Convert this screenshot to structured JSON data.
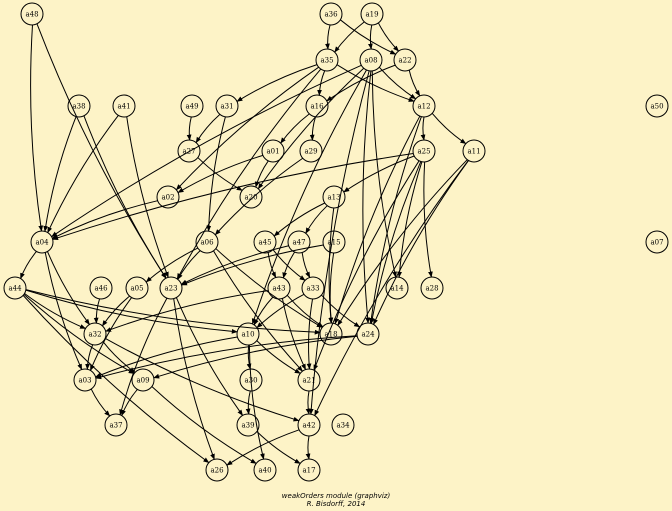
{
  "caption": {
    "line1": "weakOrders module (graphviz)",
    "line2": "R. Bisdorff, 2014"
  },
  "nodes": [
    "a48",
    "a36",
    "a19",
    "a35",
    "a08",
    "a22",
    "a38",
    "a41",
    "a49",
    "a31",
    "a16",
    "a12",
    "a50",
    "a27",
    "a01",
    "a29",
    "a25",
    "a11",
    "a02",
    "a20",
    "a13",
    "a04",
    "a06",
    "a45",
    "a47",
    "a15",
    "a07",
    "a44",
    "a46",
    "a05",
    "a23",
    "a43",
    "a33",
    "a14",
    "a28",
    "a32",
    "a10",
    "a18",
    "a24",
    "a03",
    "a09",
    "a30",
    "a21",
    "a37",
    "a39",
    "a42",
    "a34",
    "a26",
    "a40",
    "a17"
  ],
  "edges": [
    [
      "a36",
      "a35"
    ],
    [
      "a36",
      "a22"
    ],
    [
      "a19",
      "a35"
    ],
    [
      "a19",
      "a08"
    ],
    [
      "a19",
      "a22"
    ],
    [
      "a35",
      "a31"
    ],
    [
      "a35",
      "a16"
    ],
    [
      "a35",
      "a12"
    ],
    [
      "a35",
      "a02"
    ],
    [
      "a35",
      "a23"
    ],
    [
      "a08",
      "a12"
    ],
    [
      "a08",
      "a14"
    ],
    [
      "a08",
      "a10"
    ],
    [
      "a08",
      "a04"
    ],
    [
      "a08",
      "a20"
    ],
    [
      "a08",
      "a24"
    ],
    [
      "a08",
      "a42"
    ],
    [
      "a22",
      "a16"
    ],
    [
      "a22",
      "a12"
    ],
    [
      "a48",
      "a04"
    ],
    [
      "a48",
      "a23"
    ],
    [
      "a38",
      "a04"
    ],
    [
      "a38",
      "a23"
    ],
    [
      "a41",
      "a04"
    ],
    [
      "a41",
      "a23"
    ],
    [
      "a49",
      "a27"
    ],
    [
      "a31",
      "a27"
    ],
    [
      "a31",
      "a06"
    ],
    [
      "a16",
      "a01"
    ],
    [
      "a16",
      "a29"
    ],
    [
      "a12",
      "a25"
    ],
    [
      "a12",
      "a11"
    ],
    [
      "a12",
      "a24"
    ],
    [
      "a12",
      "a18"
    ],
    [
      "a27",
      "a20"
    ],
    [
      "a01",
      "a20"
    ],
    [
      "a01",
      "a02"
    ],
    [
      "a29",
      "a06"
    ],
    [
      "a25",
      "a13"
    ],
    [
      "a25",
      "a14"
    ],
    [
      "a25",
      "a28"
    ],
    [
      "a25",
      "a24"
    ],
    [
      "a25",
      "a21"
    ],
    [
      "a25",
      "a04"
    ],
    [
      "a11",
      "a24"
    ],
    [
      "a11",
      "a18"
    ],
    [
      "a11",
      "a42"
    ],
    [
      "a02",
      "a04"
    ],
    [
      "a13",
      "a45"
    ],
    [
      "a13",
      "a47"
    ],
    [
      "a13",
      "a18"
    ],
    [
      "a04",
      "a44"
    ],
    [
      "a04",
      "a32"
    ],
    [
      "a04",
      "a03"
    ],
    [
      "a06",
      "a05"
    ],
    [
      "a06",
      "a23"
    ],
    [
      "a06",
      "a18"
    ],
    [
      "a06",
      "a21"
    ],
    [
      "a45",
      "a43"
    ],
    [
      "a45",
      "a33"
    ],
    [
      "a47",
      "a43"
    ],
    [
      "a47",
      "a33"
    ],
    [
      "a47",
      "a23"
    ],
    [
      "a15",
      "a23"
    ],
    [
      "a15",
      "a18"
    ],
    [
      "a44",
      "a32"
    ],
    [
      "a44",
      "a10"
    ],
    [
      "a44",
      "a18"
    ],
    [
      "a44",
      "a09"
    ],
    [
      "a44",
      "a26"
    ],
    [
      "a46",
      "a32"
    ],
    [
      "a05",
      "a32"
    ],
    [
      "a05",
      "a03"
    ],
    [
      "a23",
      "a26"
    ],
    [
      "a23",
      "a39"
    ],
    [
      "a23",
      "a37"
    ],
    [
      "a43",
      "a10"
    ],
    [
      "a43",
      "a18"
    ],
    [
      "a43",
      "a21"
    ],
    [
      "a43",
      "a32"
    ],
    [
      "a33",
      "a10"
    ],
    [
      "a33",
      "a24"
    ],
    [
      "a33",
      "a21"
    ],
    [
      "a32",
      "a03"
    ],
    [
      "a32",
      "a09"
    ],
    [
      "a32",
      "a42"
    ],
    [
      "a10",
      "a30"
    ],
    [
      "a10",
      "a40"
    ],
    [
      "a10",
      "a03"
    ],
    [
      "a10",
      "a21"
    ],
    [
      "a24",
      "a09"
    ],
    [
      "a24",
      "a03"
    ],
    [
      "a09",
      "a37"
    ],
    [
      "a09",
      "a40"
    ],
    [
      "a03",
      "a37"
    ],
    [
      "a30",
      "a39"
    ],
    [
      "a39",
      "a17"
    ],
    [
      "a21",
      "a42"
    ],
    [
      "a42",
      "a26"
    ],
    [
      "a42",
      "a17"
    ]
  ]
}
